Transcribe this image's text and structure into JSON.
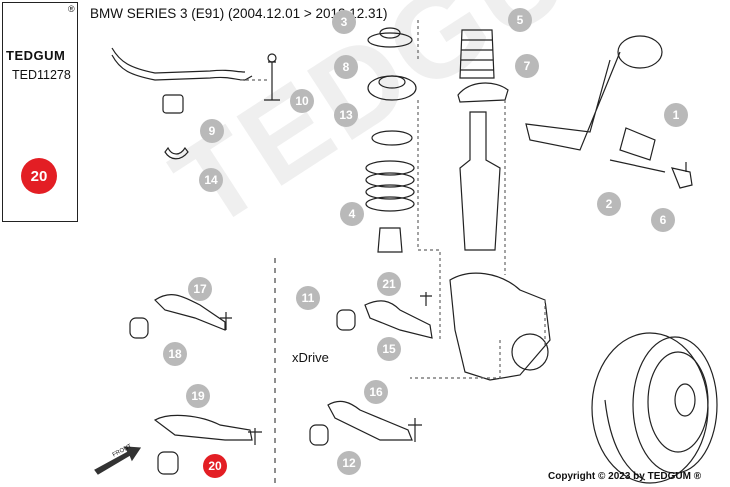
{
  "brand": {
    "name": "TEDGUM",
    "registered_mark": "®",
    "kit_code": "TED11278",
    "part_count": "20"
  },
  "title": "BMW SERIES 3 (E91)  (2004.12.01 > 2012.12.31)",
  "labels": {
    "xdrive": "xDrive",
    "front": "FRONT"
  },
  "watermark": "TEDGUM",
  "copyright": "Copyright © 2023 by TEDGUM ®",
  "colors": {
    "callout": "#b9b9b9",
    "highlight": "#e31e24",
    "kit_parts": "#e8403f"
  },
  "callouts": [
    "1",
    "2",
    "3",
    "4",
    "5",
    "6",
    "7",
    "8",
    "9",
    "10",
    "11",
    "12",
    "13",
    "14",
    "15",
    "16",
    "17",
    "18",
    "19",
    "20",
    "21"
  ]
}
